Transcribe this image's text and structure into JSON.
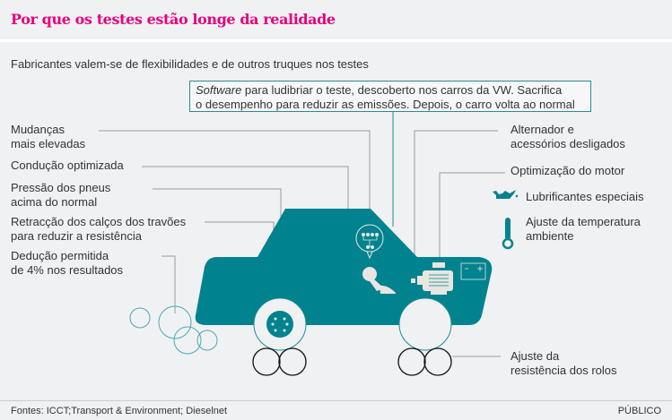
{
  "title": "Por que os testes estão longe da realidade",
  "subtitle": "Fabricantes valem-se de flexibilidades e de outros truques nos testes",
  "callout": {
    "italic": "Software",
    "line1_rest": " para ludibriar o teste, descoberto nos carros da VW. Sacrifica",
    "line2": "o desempenho para reduzir as emissões. Depois, o carro volta ao normal"
  },
  "left_labels": [
    {
      "l1": "Mudanças",
      "l2": "mais elevadas"
    },
    {
      "l1": "Condução optimizada"
    },
    {
      "l1": "Pressão dos pneus",
      "l2": "acima do normal"
    },
    {
      "l1": "Retracção dos calços dos travões",
      "l2": "para reduzir a resistência"
    },
    {
      "l1": "Dedução permitida",
      "l2": "de 4% nos resultados"
    }
  ],
  "right_labels": [
    {
      "l1": "Alternador e",
      "l2": "acessórios desligados"
    },
    {
      "l1": "Optimização do motor"
    },
    {
      "l1": "Lubrificantes especiais",
      "icon": "oil-can-icon"
    },
    {
      "l1": "Ajuste da temperatura",
      "l2": "ambiente",
      "icon": "thermometer-icon"
    },
    {
      "l1": "Ajuste da",
      "l2": "resistência dos rolos"
    }
  ],
  "colors": {
    "accent": "#e6007e",
    "car": "#00838f",
    "leader": "#999999"
  },
  "footer": {
    "sources": "Fontes: ICCT;Transport & Environment; Dieselnet",
    "brand": "PÚBLICO"
  }
}
